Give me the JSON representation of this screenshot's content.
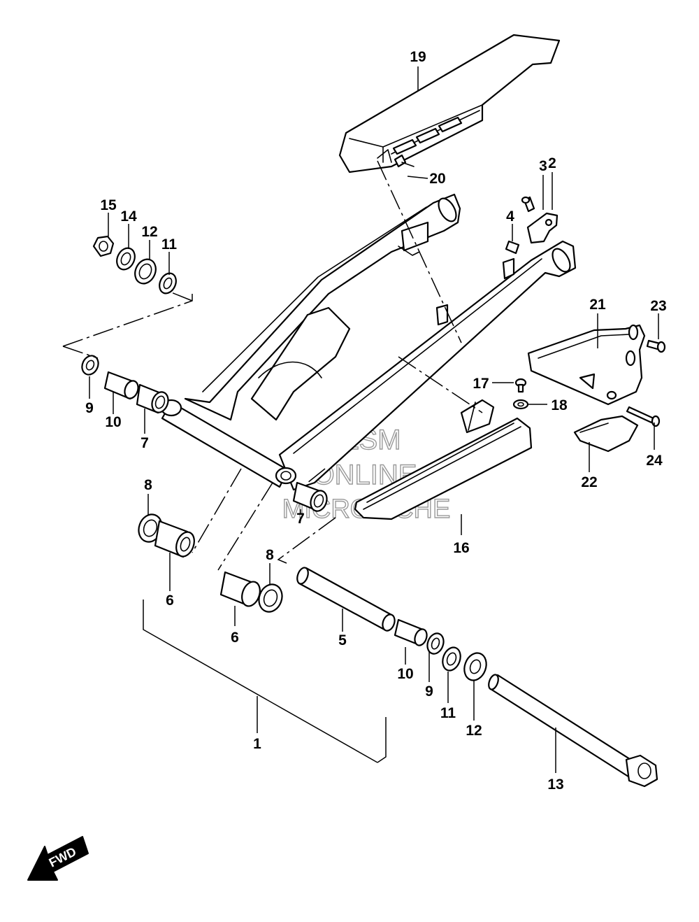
{
  "callouts": {
    "c1": "1",
    "c2": "2",
    "c3": "3",
    "c4": "4",
    "c5": "5",
    "c6a": "6",
    "c6b": "6",
    "c7a": "7",
    "c7b": "7",
    "c8a": "8",
    "c8b": "8",
    "c9a": "9",
    "c9b": "9",
    "c10a": "10",
    "c10b": "10",
    "c11a": "11",
    "c11b": "11",
    "c12a": "12",
    "c12b": "12",
    "c13": "13",
    "c14": "14",
    "c15": "15",
    "c16": "16",
    "c17": "17",
    "c18": "18",
    "c19": "19",
    "c20": "20",
    "c21": "21",
    "c22": "22",
    "c23": "23",
    "c24": "24"
  },
  "watermark": {
    "line1": "HLSM",
    "line2": "ONLINE",
    "line3": "MICROFICHE"
  },
  "direction": {
    "label": "FWD"
  }
}
